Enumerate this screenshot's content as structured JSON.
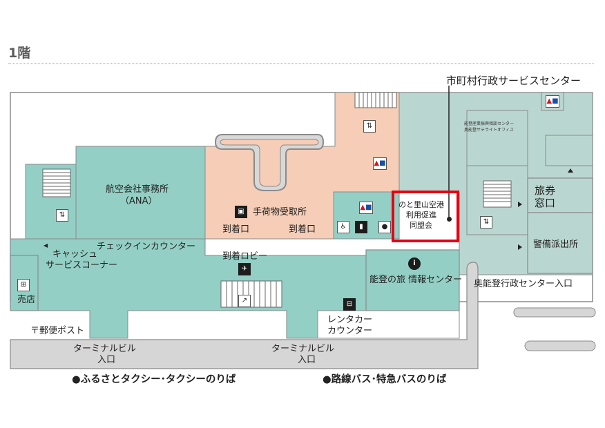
{
  "floor": {
    "title": "1階"
  },
  "labels": {
    "city_service_center": "市町村行政サービスセンター",
    "airline_office_1": "航空会社事務所",
    "airline_office_2": "（ANA）",
    "baggage_claim": "手荷物受取所",
    "arrival_gate_1": "到着口",
    "arrival_gate_2": "到着口",
    "checkin_counter": "チェックインカウンター",
    "cashing_1": "キャッシュ",
    "cashing_2": "サービスコーナー",
    "arrival_lobby": "到着ロビー",
    "info_center": "能登の旅 情報センター",
    "shop": "売店",
    "postbox": "〒郵便ポスト",
    "rental_car_1": "レンタカー",
    "rental_car_2": "カウンター",
    "terminal_entrance_1a": "ターミナルビル",
    "terminal_entrance_1b": "入口",
    "terminal_entrance_2a": "ターミナルビル",
    "terminal_entrance_2b": "入口",
    "taxi_stand": "●ふるさとタクシー･タクシーのりば",
    "bus_stand": "●路線バス･特急バスのりば",
    "okunoto_entrance": "奥能登行政センター入口",
    "travel_window_1": "旅券",
    "travel_window_2": "窓口",
    "police_box": "警備派出所",
    "promotion_1": "のと里山空港",
    "promotion_2": "利用促進",
    "promotion_3": "同盟会",
    "industry_center_1": "能登産業振興相談センター",
    "industry_center_2": "奥能登サテライトオフィス"
  },
  "icons": {
    "info": "i",
    "elevator": "⇅"
  },
  "colors": {
    "teal": "#93cfc5",
    "peach": "#f6cdb6",
    "gray_area": "#bad6d0",
    "walkway": "#d6d6d6",
    "wall": "#8a8a8a",
    "highlight": "#e60012"
  }
}
